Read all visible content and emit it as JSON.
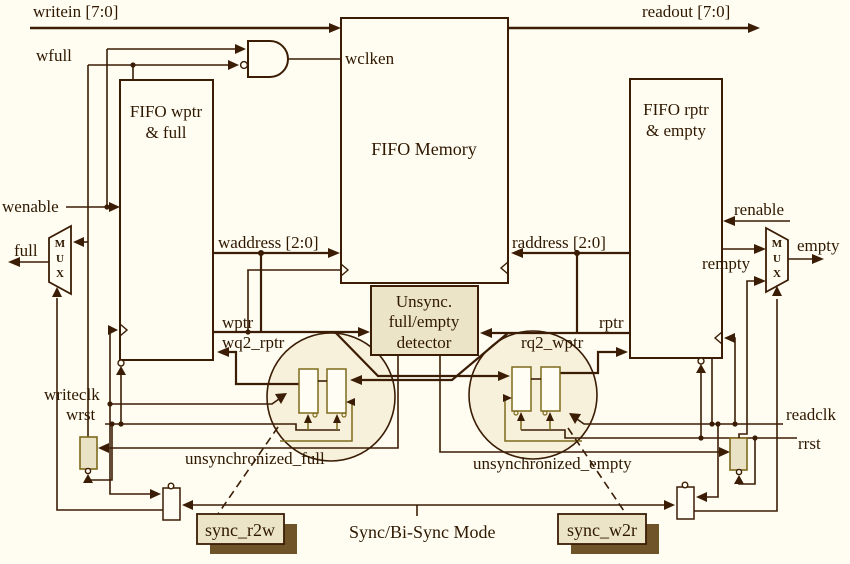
{
  "colors": {
    "background": "#fffdf2",
    "line_dark": "#3b1d05",
    "line_olive": "#7d6a1d",
    "panel_beige": "#ece4c6",
    "circle_fill": "#f7f1db",
    "shadow_brown": "#6e5428",
    "text": "#2f1800"
  },
  "top": {
    "writein": "writein [7:0]",
    "readout": "readout [7:0]",
    "wfull": "wfull",
    "wclken": "wclken"
  },
  "blocks": {
    "wptr_full": {
      "line1": "FIFO wptr",
      "line2": "& full"
    },
    "memory": {
      "title": "FIFO Memory"
    },
    "rptr_empty": {
      "line1": "FIFO rptr",
      "line2": "& empty"
    },
    "detector": {
      "line1": "Unsync.",
      "line2": "full/empty",
      "line3": "detector"
    }
  },
  "left": {
    "wenable": "wenable",
    "full": "full",
    "writeclk": "writeclk",
    "wrst": "wrst",
    "waddress": "waddress [2:0]",
    "wptr": "wptr",
    "wq2_rptr": "wq2_rptr",
    "unsync_full": "unsynchronized_full"
  },
  "right": {
    "renable": "renable",
    "rempty": "rempty",
    "empty": "empty",
    "readclk": "readclk",
    "rrst": "rrst",
    "raddress": "raddress [2:0]",
    "rptr": "rptr",
    "rq2_wptr": "rq2_wptr",
    "unsync_empty": "unsynchronized_empty"
  },
  "mux": {
    "letters": [
      "M",
      "U",
      "X"
    ]
  },
  "bottom": {
    "sync_r2w": "sync_r2w",
    "sync_w2r": "sync_w2r",
    "mode": "Sync/Bi-Sync Mode"
  }
}
